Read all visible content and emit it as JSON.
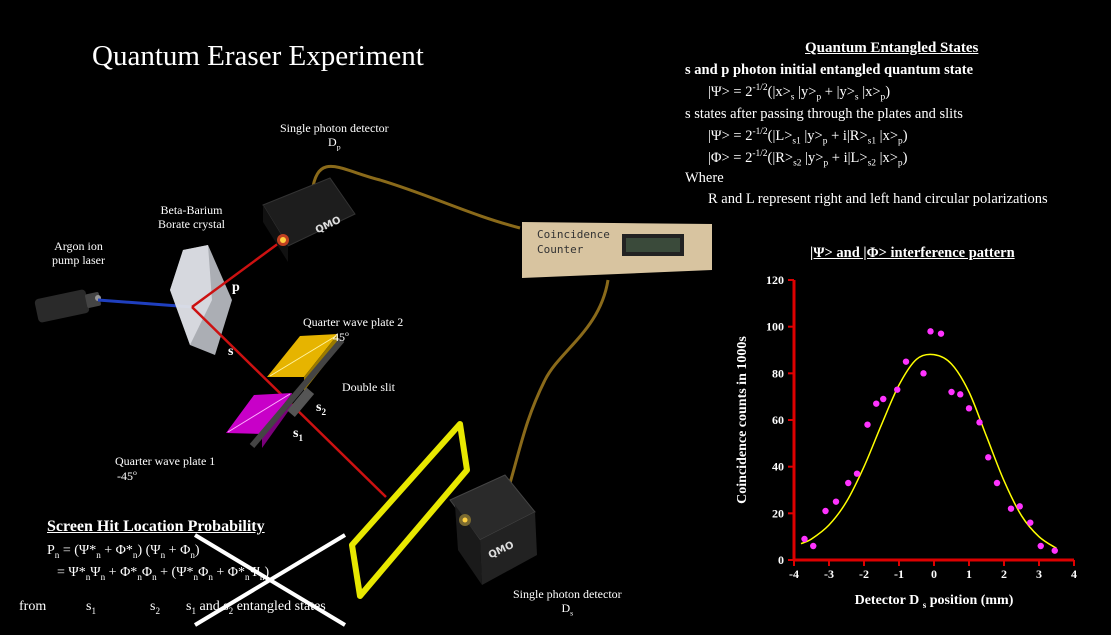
{
  "title": "Quantum Eraser Experiment",
  "labels": {
    "laser": [
      "Argon ion",
      "pump laser"
    ],
    "crystal": [
      "Beta-Barium",
      "Borate crystal"
    ],
    "detector_p": "Single photon detector",
    "detector_p_sub": "D",
    "detector_p_subscript": "p",
    "detector_s": "Single photon detector",
    "detector_s_sub": "D",
    "detector_s_subscript": "s",
    "coincidence_counter": [
      "Coincidence",
      "Counter"
    ],
    "qwp2": "Quarter wave plate 2",
    "qwp2_angle": "45",
    "qwp1": "Quarter wave plate 1",
    "qwp1_angle": "-45",
    "degree": "o",
    "double_slit": "Double slit",
    "beam_p": "p",
    "beam_s": "s",
    "slit_s1": "s",
    "slit_s2": "s",
    "slit_s1_sub": "1",
    "slit_s2_sub": "2",
    "detector_brand": "QMO"
  },
  "entangled": {
    "heading": "Quantum Entangled States",
    "line1": "s and p photon initial entangled quantum state",
    "line3": "s states after passing through the plates and slits",
    "where": "Where",
    "rl": "R and L represent right and left hand circular polarizations"
  },
  "screen": {
    "heading": "Screen Hit Location Probability",
    "from": "from",
    "s1": "s",
    "s2": "s",
    "ent_states": "s",
    "ent_and": "and s",
    "ent_tail": "entangled states"
  },
  "colors": {
    "background": "#000000",
    "pump_beam": "#1f3fbf",
    "beam": "#cc1111",
    "plate1": "#c800c8",
    "plate2": "#e6b400",
    "slit_frame": "#e8e800",
    "cable": "#8a6a1a",
    "axis": "#dd0000",
    "fit_curve": "#ffff00",
    "data_points": "#ff33ff"
  },
  "chart_data": {
    "type": "scatter",
    "title": "|Ψ> and |Φ> interference pattern",
    "xlabel": "Detector D",
    "xlabel_sub": "s",
    "xlabel_tail": "position (mm)",
    "ylabel": "Coincidence counts in 1000s",
    "xlim": [
      -4,
      4
    ],
    "ylim": [
      0,
      120
    ],
    "xticks": [
      -4,
      -3,
      -2,
      -1,
      0,
      1,
      2,
      3,
      4
    ],
    "yticks": [
      0,
      20,
      40,
      60,
      80,
      100,
      120
    ],
    "series": [
      {
        "kind": "points",
        "x": [
          -3.7,
          -3.45,
          -3.1,
          -2.8,
          -2.45,
          -2.2,
          -1.9,
          -1.65,
          -1.45,
          -1.05,
          -0.8,
          -0.3,
          -0.1,
          0.2,
          0.5,
          0.75,
          1.0,
          1.3,
          1.55,
          1.8,
          2.2,
          2.45,
          2.75,
          3.05,
          3.45
        ],
        "y": [
          9,
          6,
          21,
          25,
          33,
          37,
          58,
          67,
          69,
          73,
          85,
          80,
          98,
          97,
          72,
          71,
          65,
          59,
          44,
          33,
          22,
          23,
          16,
          6,
          4
        ]
      },
      {
        "kind": "fit",
        "x": [
          -3.8,
          -3.5,
          -3.0,
          -2.5,
          -2.0,
          -1.5,
          -1.0,
          -0.5,
          0.0,
          0.5,
          1.0,
          1.5,
          2.0,
          2.5,
          3.0,
          3.5
        ],
        "y": [
          7,
          9,
          15,
          25,
          40,
          58,
          75,
          86,
          88,
          84,
          72,
          53,
          34,
          19,
          10,
          5
        ]
      }
    ]
  }
}
